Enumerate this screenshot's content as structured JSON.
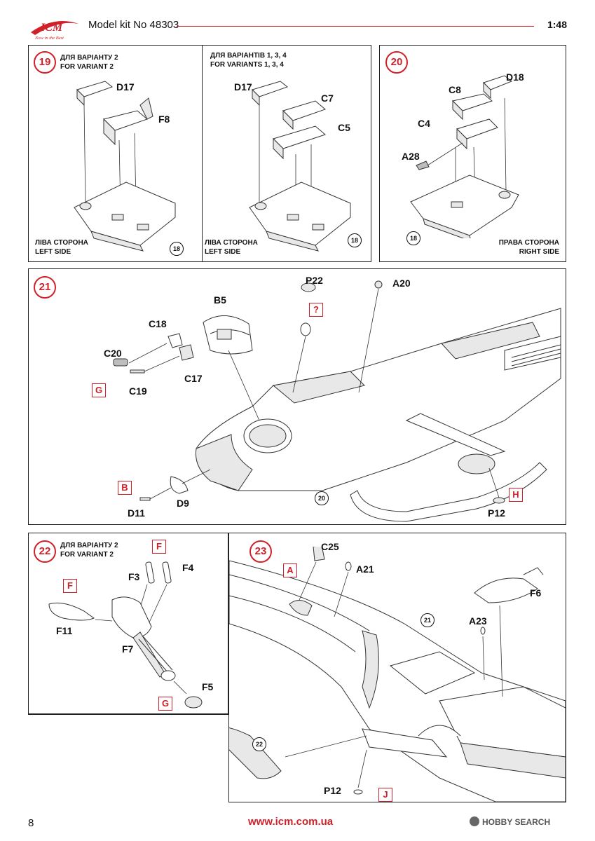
{
  "header": {
    "title": "Model kit No 48303",
    "scale": "1:48",
    "logo_text": "ICM",
    "logo_tagline": "Now in the Best"
  },
  "steps": {
    "s19": {
      "num": "19",
      "left_variant_ua": "ДЛЯ ВАРІАНТУ 2",
      "left_variant_en": "FOR VARIANT 2",
      "right_variant_ua": "ДЛЯ ВАРІАНТІВ 1, 3, 4",
      "right_variant_en": "FOR VARIANTS 1, 3, 4",
      "side_ua": "ЛІВА СТОРОНА",
      "side_en": "LEFT SIDE",
      "ref": "18",
      "parts_left": [
        "D17",
        "F8"
      ],
      "parts_right": [
        "D17",
        "C7",
        "C5"
      ]
    },
    "s20": {
      "num": "20",
      "side_ua": "ПРАВА СТОРОНА",
      "side_en": "RIGHT SIDE",
      "ref": "18",
      "parts": [
        "D18",
        "C8",
        "C4",
        "A28"
      ]
    },
    "s21": {
      "num": "21",
      "ref": "20",
      "unknown_box": "?",
      "parts": [
        "P22",
        "A20",
        "B5",
        "C18",
        "C20",
        "C17",
        "C19",
        "D9",
        "D11",
        "P12"
      ],
      "color_boxes": [
        "G",
        "B",
        "H"
      ]
    },
    "s22": {
      "num": "22",
      "variant_ua": "ДЛЯ ВАРІАНТУ 2",
      "variant_en": "FOR VARIANT 2",
      "parts": [
        "F3",
        "F4",
        "F11",
        "F7",
        "F5"
      ],
      "color_boxes": [
        "F",
        "F",
        "G"
      ]
    },
    "s23": {
      "num": "23",
      "refs": [
        "21",
        "22"
      ],
      "parts": [
        "C25",
        "A21",
        "F6",
        "A23",
        "P12"
      ],
      "color_boxes": [
        "A",
        "J"
      ]
    }
  },
  "footer": {
    "page": "8",
    "url": "www.icm.com.ua",
    "brand": "HOBBY SEARCH"
  },
  "colors": {
    "accent": "#d0202a",
    "line": "#222222"
  }
}
